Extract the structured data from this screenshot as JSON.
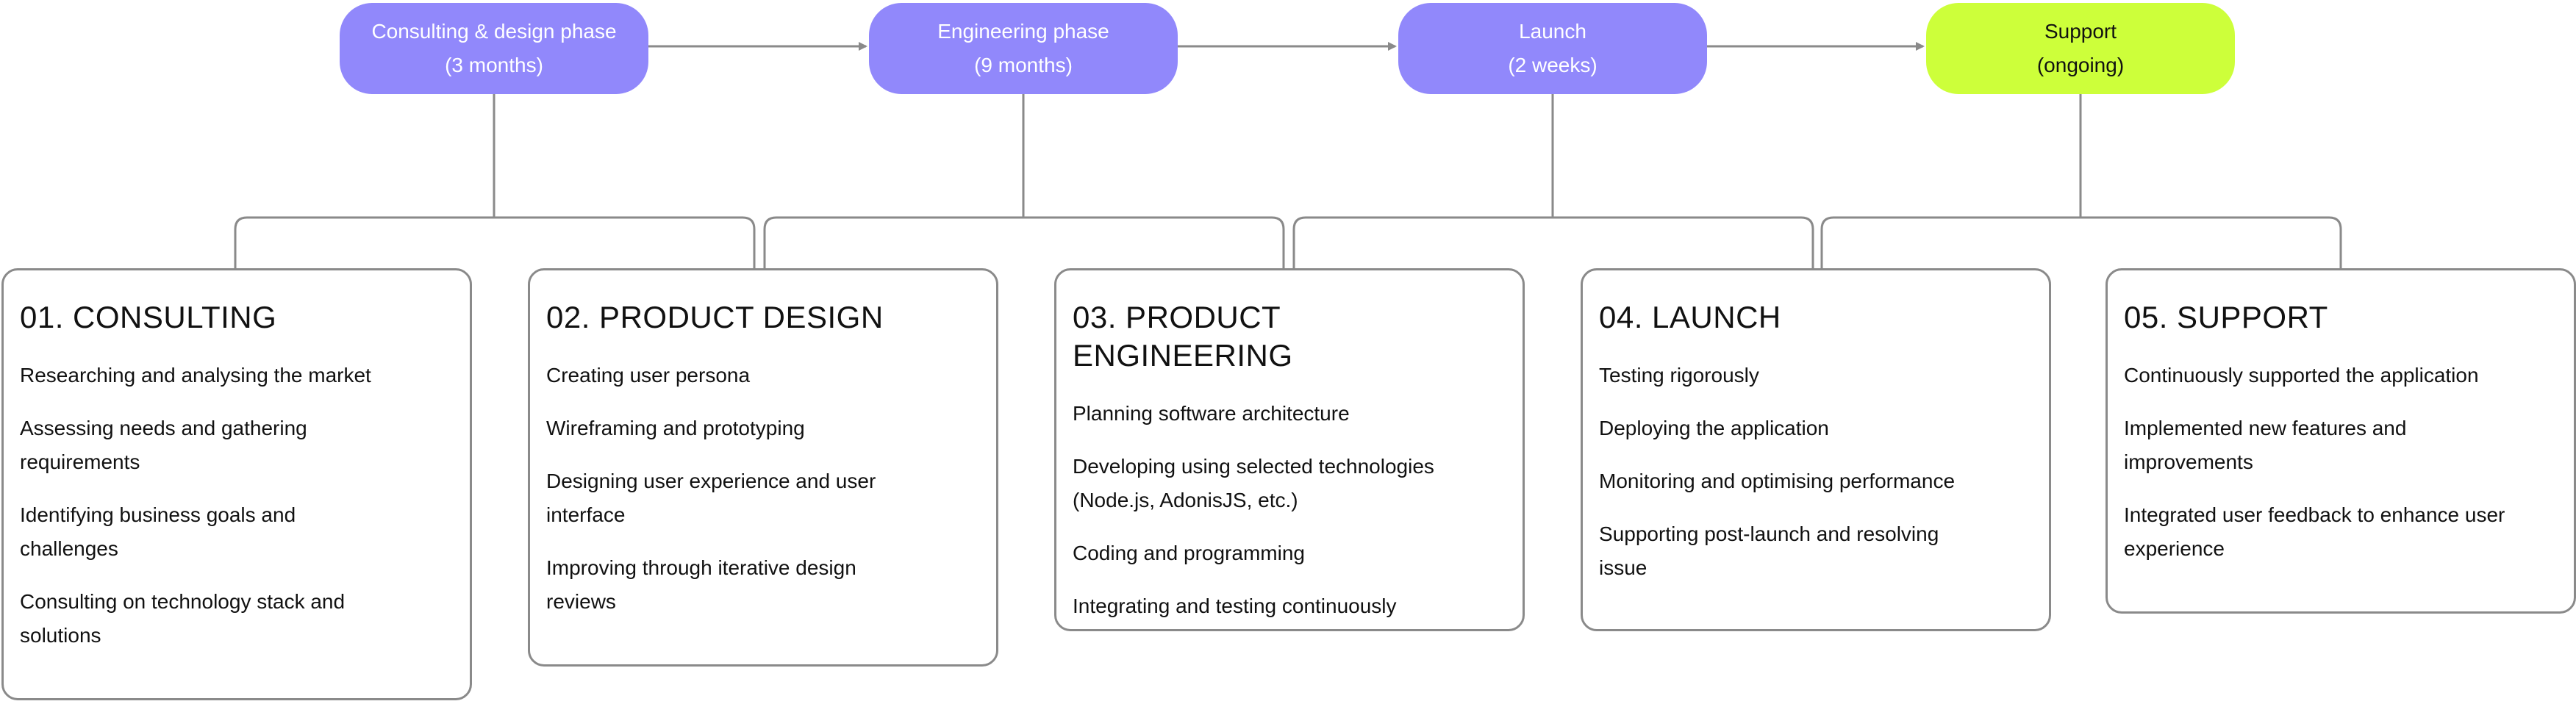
{
  "colors": {
    "phase_purple": "#9188fb",
    "phase_lime": "#cdff3a",
    "connector": "#8a8a8a"
  },
  "phases": [
    {
      "line1": "Consulting & design phase",
      "line2": "(3 months)"
    },
    {
      "line1": "Engineering phase",
      "line2": "(9 months)"
    },
    {
      "line1": "Launch",
      "line2": "(2 weeks)"
    },
    {
      "line1": "Support",
      "line2": "(ongoing)"
    }
  ],
  "stages": [
    {
      "title": "01. CONSULTING",
      "items": [
        "Researching and analysing the market",
        "Assessing needs and gathering\nrequirements",
        "Identifying business goals and\nchallenges",
        "Consulting on technology stack and\nsolutions"
      ]
    },
    {
      "title": "02. PRODUCT DESIGN",
      "items": [
        "Creating user persona",
        "Wireframing and prototyping",
        "Designing user experience and user\ninterface",
        "Improving through iterative design\nreviews"
      ]
    },
    {
      "title": "03. PRODUCT ENGINEERING",
      "items": [
        "Planning software architecture",
        "Developing using selected technologies\n(Node.js, AdonisJS, etc.)",
        "Coding and programming",
        "Integrating and testing continuously"
      ]
    },
    {
      "title": "04. LAUNCH",
      "items": [
        "Testing rigorously",
        "Deploying the application",
        "Monitoring and optimising performance",
        "Supporting post-launch and resolving\nissue"
      ]
    },
    {
      "title": "05. SUPPORT",
      "items": [
        "Continuously supported the application",
        "Implemented new features and\nimprovements",
        "Integrated user feedback to enhance user\nexperience"
      ]
    }
  ]
}
